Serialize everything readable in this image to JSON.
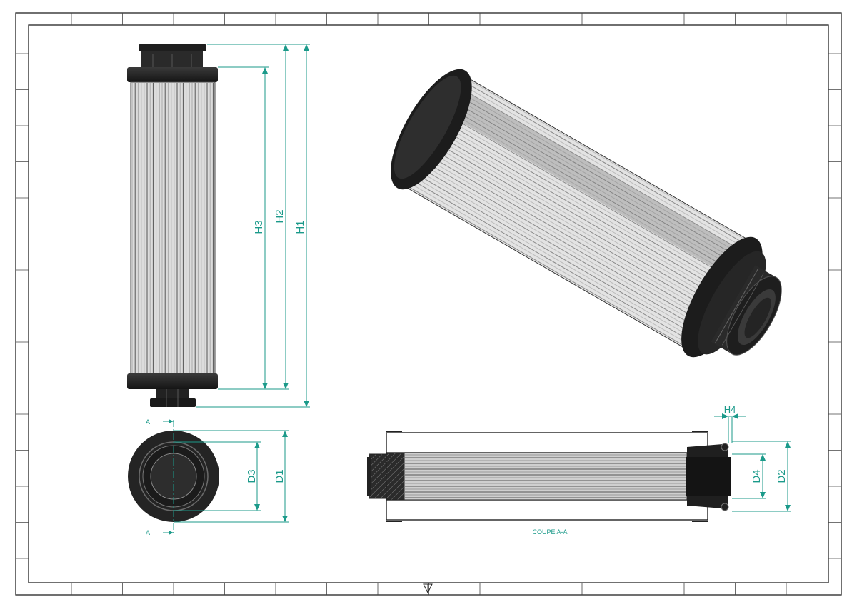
{
  "labels": {
    "h1": "H1",
    "h2": "H2",
    "h3": "H3",
    "h4": "H4",
    "d1": "D1",
    "d2": "D2",
    "d3": "D3",
    "d4": "D4",
    "section_marker_top": "A",
    "section_marker_bottom": "A",
    "section_caption": "COUPE A-A"
  },
  "colors": {
    "dimension": "#1b9a8a",
    "cap": "#1f1f1f",
    "frame": "#222222",
    "pleat_light": "#efefef",
    "pleat_dark": "#6a6a6a"
  }
}
